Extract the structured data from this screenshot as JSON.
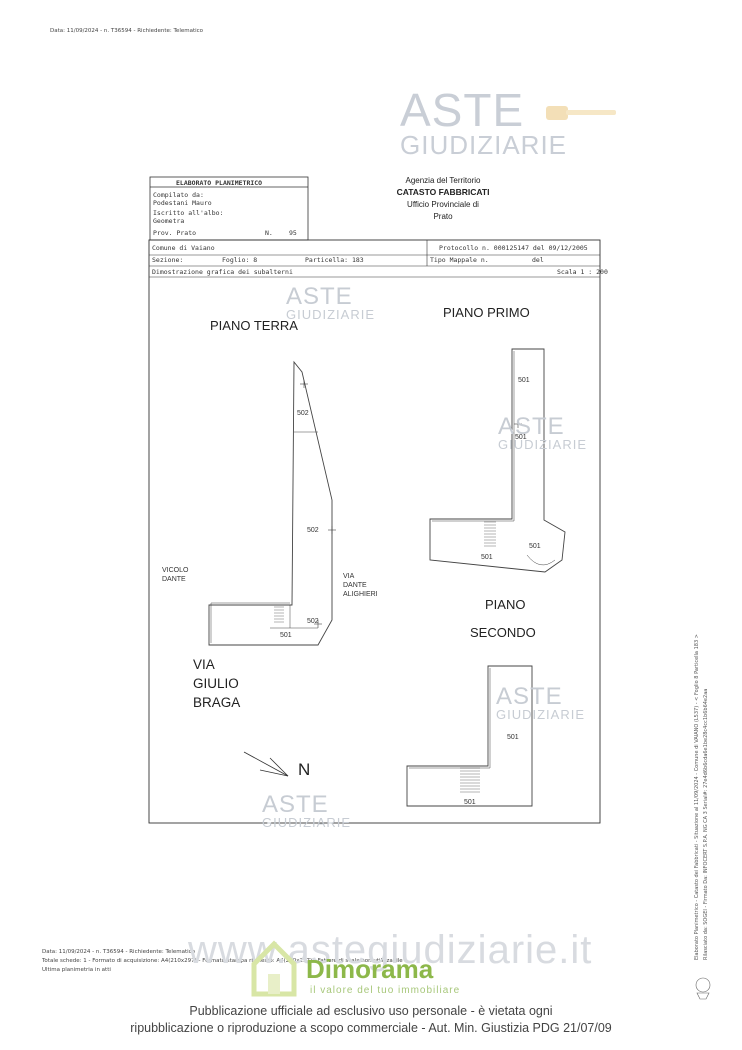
{
  "top_note": "Data: 11/09/2024 - n. T36594 - Richiedente: Telematico",
  "watermarks": {
    "aste": "ASTE",
    "giudiziarie": "GIUDIZIARIE",
    "site": "www.astegiudiziarie.it",
    "dimorama": "Dimorama",
    "dimorama_tagline": "il valore del tuo immobiliare"
  },
  "agency": {
    "line1": "Agenzia del Territorio",
    "line2": "CATASTO FABBRICATI",
    "line3": "Ufficio Provinciale di",
    "line4": "Prato"
  },
  "header_box": {
    "title": "ELABORATO PLANIMETRICO",
    "compiled_by_label": "Compilato da:",
    "compiled_by": "Podestani Mauro",
    "registered_label": "Iscritto all'albo:",
    "registered": "Geometra",
    "prov_label": "Prov. Prato",
    "n_label": "N.",
    "n_value": "95"
  },
  "info": {
    "comune": "Comune di Vaiano",
    "sezione": "Sezione:",
    "foglio": "Foglio: 8",
    "particella": "Particella: 183",
    "protocollo": "Protocollo n. 000125147 del 09/12/2005",
    "tipo_mappale": "Tipo Mappale n.",
    "del": "del",
    "dimostrazione": "Dimostrazione grafica dei subalterni",
    "scala": "Scala 1 : 200"
  },
  "plans": {
    "piano_terra": "PIANO TERRA",
    "piano_primo": "PIANO PRIMO",
    "piano": "PIANO",
    "secondo": "SECONDO"
  },
  "streets": {
    "vicolo": "VICOLO",
    "dante": "DANTE",
    "via_small": "VIA",
    "dante_small": "DANTE",
    "alighieri": "ALIGHIERI",
    "via": "VIA",
    "giulio": "GIULIO",
    "braga": "BRAGA"
  },
  "north": "N",
  "units": {
    "u502": "502",
    "u501": "501"
  },
  "bottom_note": {
    "line1": "Data: 11/09/2024 - n. T36594 - Richiedente: Telematico",
    "line2": "Totale schede: 1 - Formato di acquisizione: A4(210x297) - Formato stampa richiesto: A4(210x297) - Fattore di scala non utilizzabile",
    "line3": "Ultima planimetria in atti"
  },
  "footer": {
    "line1": "Pubblicazione ufficiale ad esclusivo uso personale - è vietata ogni",
    "line2": "ripubblicazione o riproduzione a scopo commerciale - Aut. Min. Giustizia PDG 21/07/09"
  },
  "side_note": {
    "line1": "Elaborato Planimetrico - Catasto dei Fabbricati - Situazione al 11/09/2024 - Comune di VAIANO (L537) - < Foglio 8 Particella 183 >",
    "line2": "Rilasciato da: SOGEI - Firmato Da: INFOCERT S.P.A. NG CA 3 Serial#: 27e4d6b6cda6e1be28c4cc1b6b64e2aa"
  }
}
